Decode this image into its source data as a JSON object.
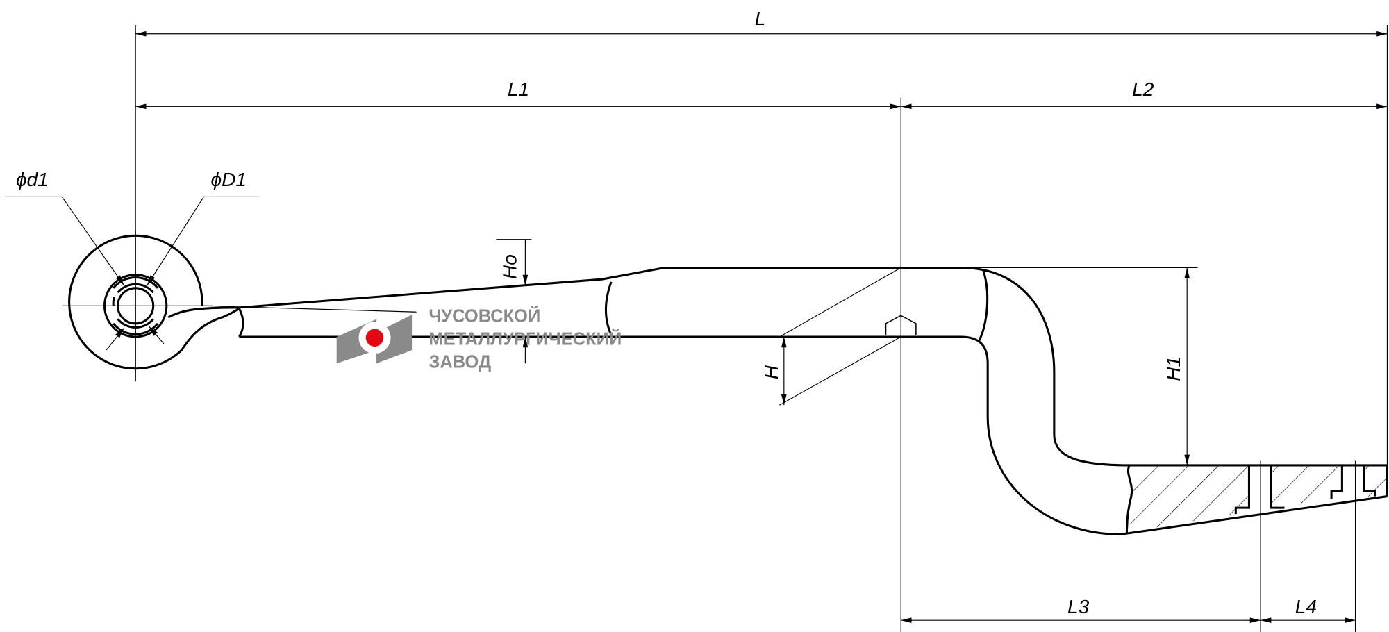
{
  "drawing": {
    "dimensions": {
      "L": "L",
      "L1": "L1",
      "L2": "L2",
      "L3": "L3",
      "L4": "L4",
      "H": "H",
      "H1": "H1",
      "Ho": "Ho",
      "d1": "ϕd1",
      "D1": "ϕD1"
    }
  },
  "logo": {
    "line1": "ЧУСОВСКОЙ",
    "line2": "МЕТАЛЛУРГИЧЕСКИЙ",
    "line3": "ЗАВОД",
    "gray": "#8a8a8a",
    "red": "#e30613"
  }
}
